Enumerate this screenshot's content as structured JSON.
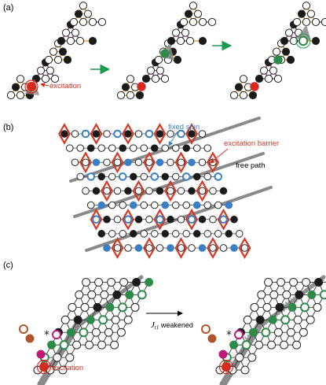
{
  "panels": {
    "a": {
      "label": "(a)",
      "annotation": "excitation"
    },
    "b": {
      "label": "(b)",
      "annotations": {
        "fixed_spin": "fixed spin",
        "excitation_barrier": "excitation barrier",
        "free_path": "free path"
      }
    },
    "c": {
      "label": "(c)",
      "annotation": "excitation",
      "arrow_label_main": "J",
      "arrow_label_sub": "t1",
      "arrow_label_rest": " weakened"
    }
  },
  "colors": {
    "orange_bond": "#f0a040",
    "purple_bond": "#9b3a8f",
    "red_barrier": "#d23a26",
    "gray_path": "#8a8a8a",
    "blue_spin": "#3a7fc4",
    "green_spin": "#2f8a4a",
    "excitation_red": "#d52b1e",
    "black_spin": "#1a1a1a",
    "brown_spin": "#b0552a",
    "magenta_spin": "#c01878",
    "step_arrow_green": "#1d9a52"
  }
}
